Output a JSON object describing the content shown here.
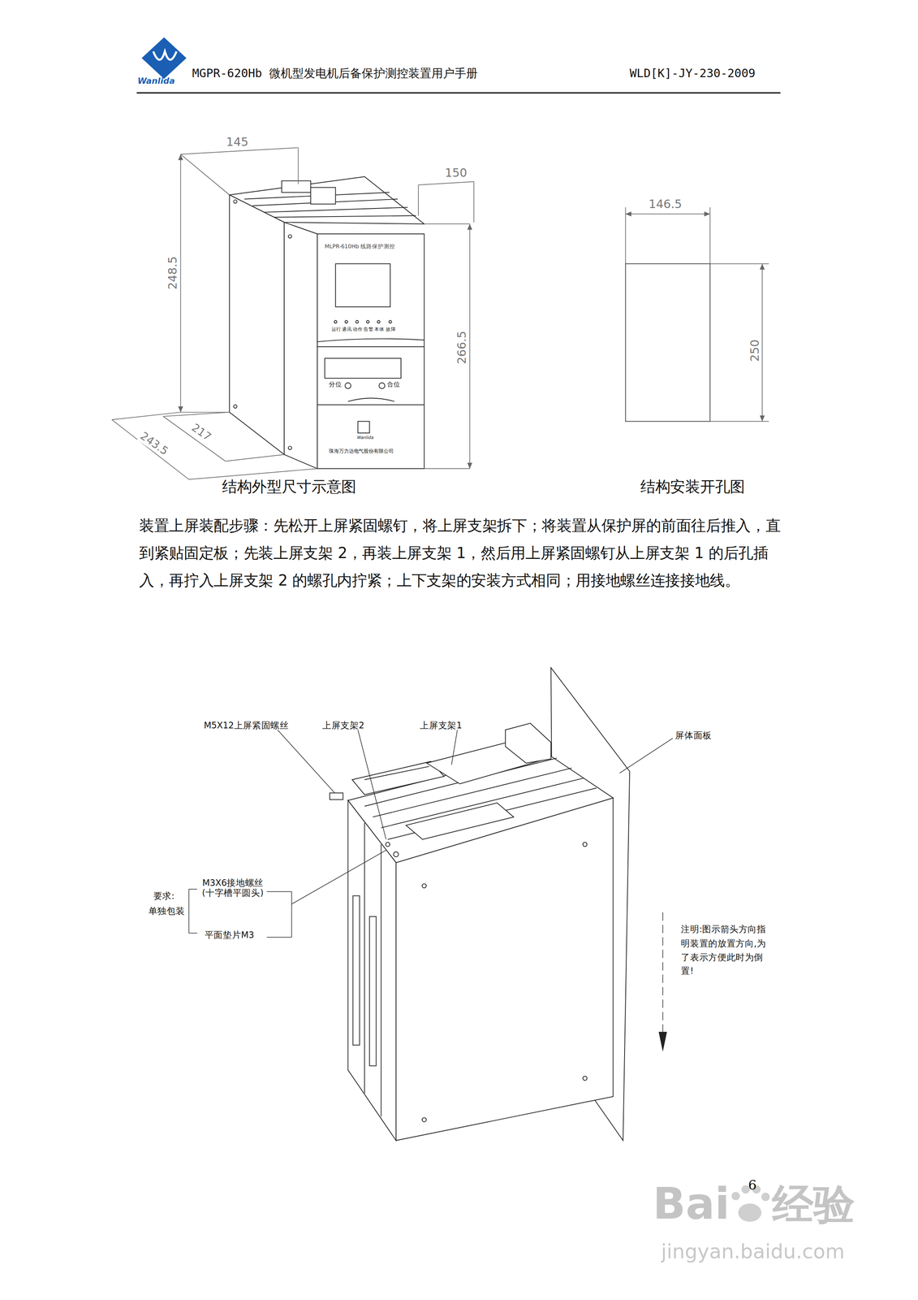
{
  "diagram": {
    "labels": [
      "Wanlida",
      "MGPR-620Hb 微机型发电机后备保护测控装置用户手册",
      "WLD[K]-JY-230-2009",
      "145",
      "150",
      "248.5",
      "266.5",
      "217",
      "243.5",
      "MLPR-610Hb 线路保护测控",
      "运行",
      "通讯",
      "动作",
      "告警",
      "本体",
      "故障",
      "分位",
      "合位",
      "Wanlida",
      "珠海万力达电气股份有限公司",
      "146.5",
      "250",
      "结构外型尺寸示意图",
      "结构安装开孔图",
      "装置上屏装配步骤：先松开上屏紧固螺钉，将上屏支架拆下；将装置从保护屏的前面往后推入，直到紧贴固定板；先装上屏支架 2，再装上屏支架 1，然后用上屏紧固螺钉从上屏支架 1 的后孔插入，再拧入上屏支架 2 的螺孔内拧紧；上下支架的安装方式相同；用接地螺丝连接接地线。",
      "M5X12上屏紧固螺丝",
      "上屏支架2",
      "上屏支架1",
      "屏体面板",
      "要求:",
      "单独包装",
      "M3X6接地螺丝 (十字槽平圆头)",
      "平面垫片M3",
      "注明:图示箭头方向指明装置的放置方向,为了表示方便此时为倒置!",
      "6",
      "Bai",
      "经验",
      "jingyan.baidu.com"
    ]
  }
}
